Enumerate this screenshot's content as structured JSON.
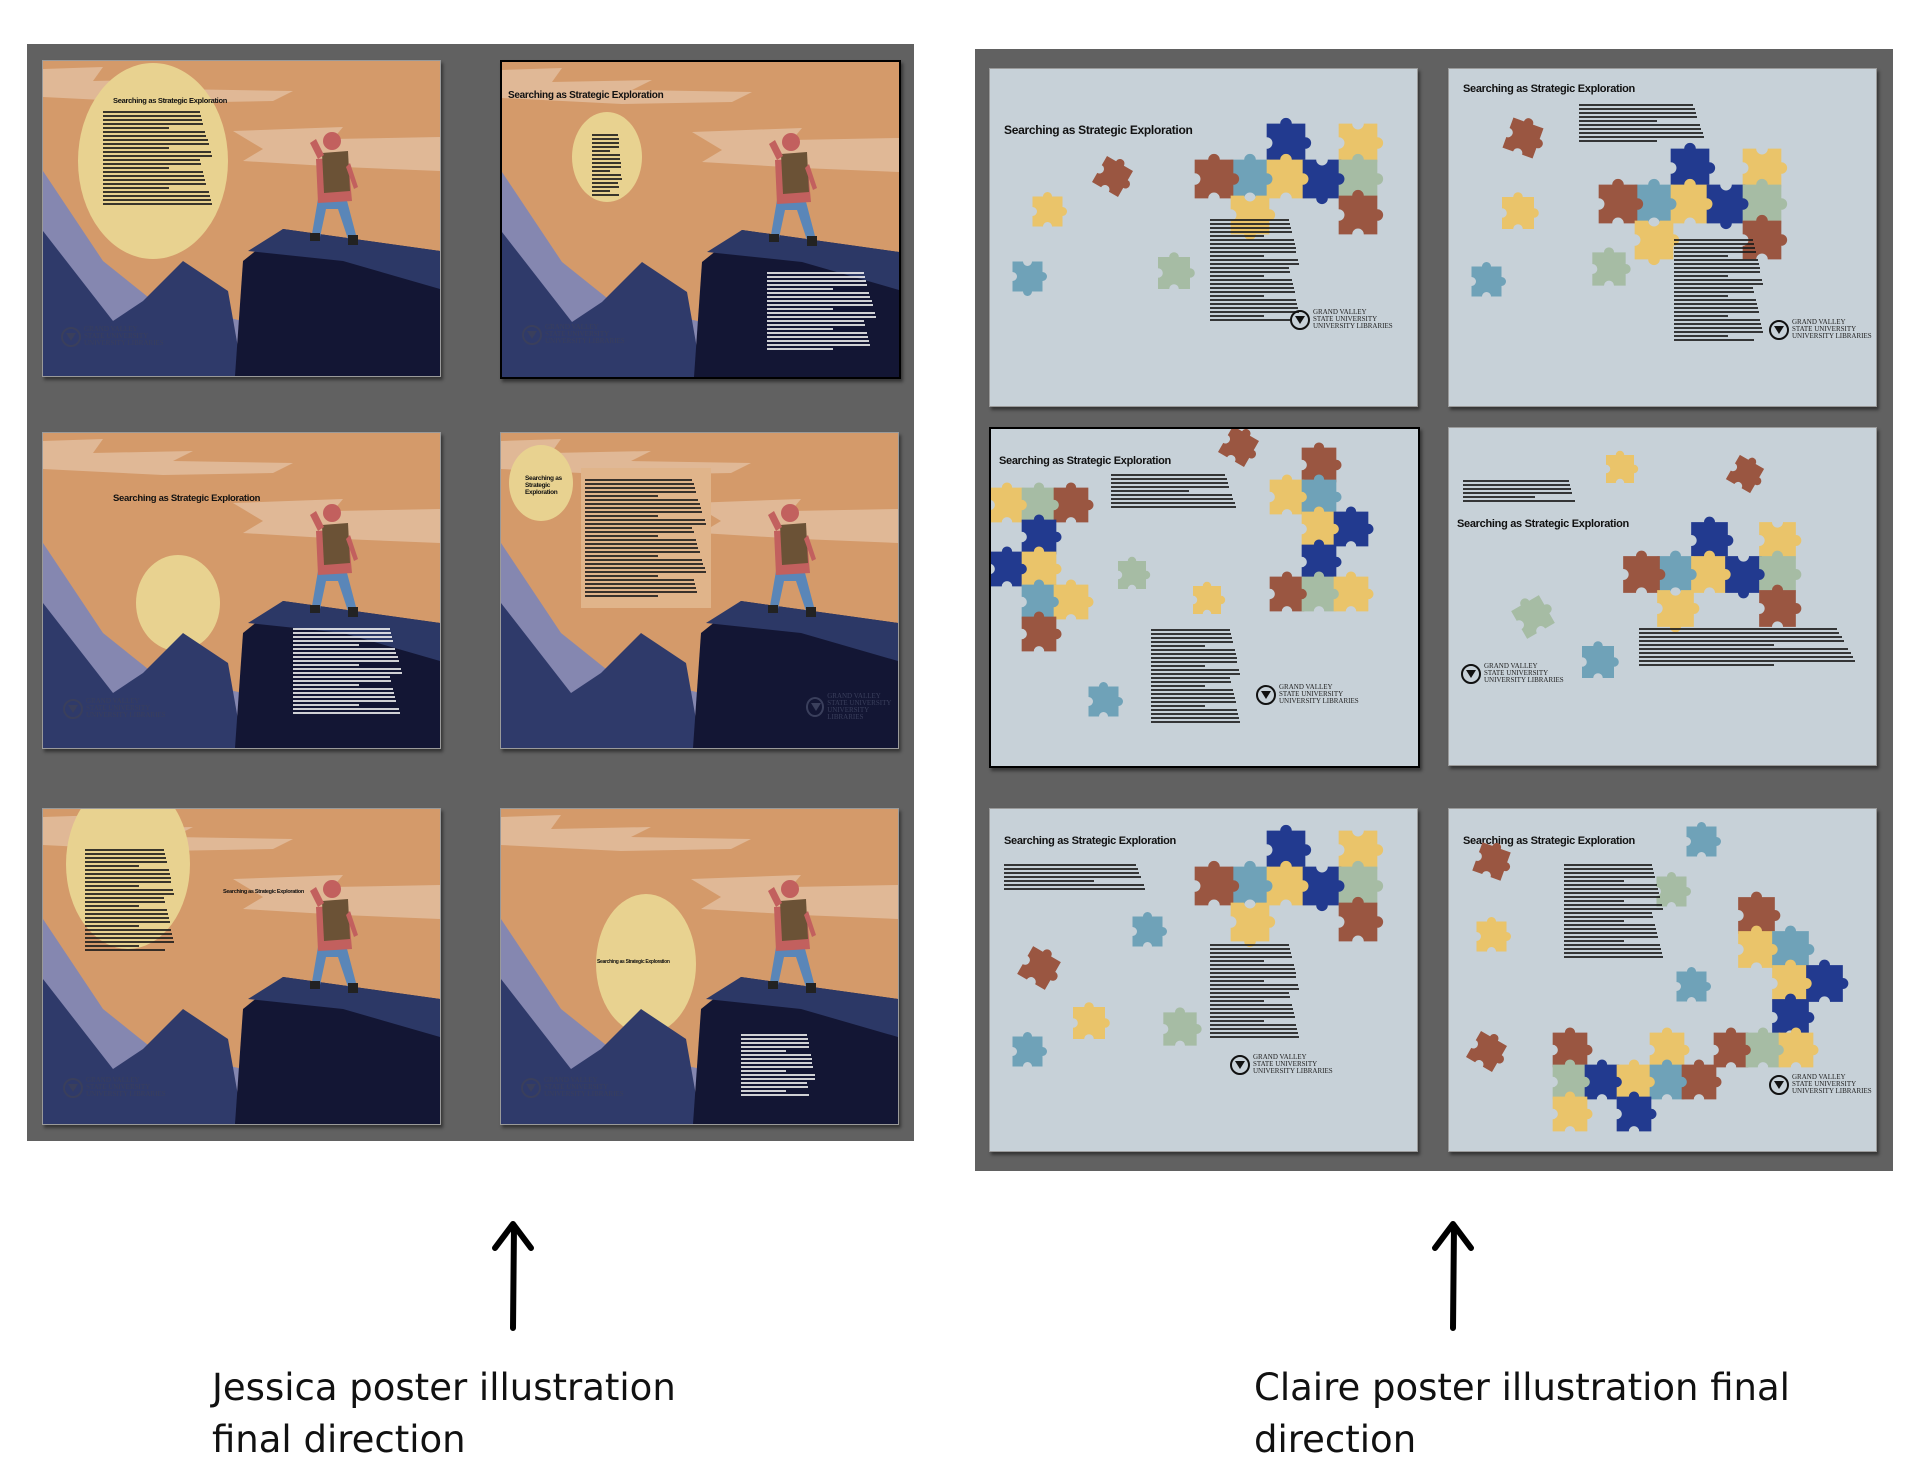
{
  "colors": {
    "canvas_bg": "#ffffff",
    "panel_bg": "#616161",
    "jessica": {
      "sky": "#d49a6a",
      "cloud": "#e0b896",
      "sun": "#e8d290",
      "mountain_light": "#8587b0",
      "mountain_mid": "#2f3a6a",
      "cliff_dark": "#131634",
      "cliff_top": "#2c3866",
      "jacket": "#c2605e",
      "pants": "#5a86b8",
      "backpack": "#6b5236"
    },
    "claire": {
      "background": "#c7d1d8",
      "piece_blue": "#223a8f",
      "piece_yellow": "#eac46a",
      "piece_rust": "#9a5641",
      "piece_teal": "#6fa2b8",
      "piece_sage": "#a6bca4"
    }
  },
  "poster_title": "Searching as Strategic Exploration",
  "poster_title_split": [
    "Searching as",
    "Strategic Exploration"
  ],
  "logo": {
    "line1": "GRAND VALLEY",
    "line2": "STATE UNIVERSITY",
    "line3": "UNIVERSITY LIBRARIES"
  },
  "groups": [
    {
      "id": "jessica",
      "caption_line1": "Jessica poster illustration",
      "caption_line2": "final direction",
      "arrow": "up-arrow",
      "variants": [
        {
          "layout": "title and body inside large sun circle",
          "selected": false
        },
        {
          "layout": "title top-left, small sun with text, white text bottom-right",
          "selected": true
        },
        {
          "layout": "centered title, low sun, white text on cliff",
          "selected": false
        },
        {
          "layout": "small sun with split title, text box panel",
          "selected": false
        },
        {
          "layout": "body in large sun, small title near hiker",
          "selected": false
        },
        {
          "layout": "title inside mid sun, white text bottom-right",
          "selected": false
        }
      ]
    },
    {
      "id": "claire",
      "caption_line1": "Claire poster illustration final",
      "caption_line2": "direction",
      "arrow": "up-arrow",
      "variants": [
        {
          "layout": "title left, puzzle cluster top-right, text bottom-right",
          "selected": false
        },
        {
          "layout": "title top-left, intro text, puzzle cluster right",
          "selected": false
        },
        {
          "layout": "title top-left, puzzle arcs left and right",
          "selected": true
        },
        {
          "layout": "title mid-left, puzzle cluster right",
          "selected": false
        },
        {
          "layout": "title top-left, puzzle cluster top-right, scattered pieces",
          "selected": false
        },
        {
          "layout": "title top-left, puzzle arc bottom and right",
          "selected": false
        }
      ]
    }
  ]
}
